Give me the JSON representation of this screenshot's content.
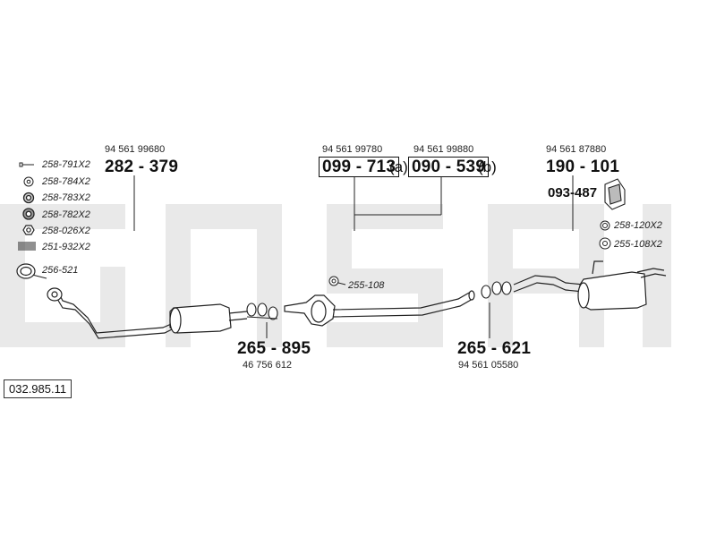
{
  "document_ref": "032.985.11",
  "callouts": {
    "front_pipe": {
      "oem": "94 561 99680",
      "part": "282 - 379"
    },
    "cat_a": {
      "oem": "94 561 99780",
      "part": "099 - 713",
      "suffix": "(a)"
    },
    "cat_b": {
      "oem": "94 561 99880",
      "part": "090 - 539",
      "suffix": "(b)"
    },
    "rear_box": {
      "oem": "94 561 87880",
      "part": "190 - 101"
    },
    "hanger": {
      "part": "093-487"
    },
    "clamp_mid": {
      "part": "265 - 895",
      "oem": "46 756 612"
    },
    "clamp_rear": {
      "part": "265 - 621",
      "oem": "94 561 05580"
    }
  },
  "fittings_legend": [
    {
      "icon": "bolt-icon",
      "label": "258-791X2"
    },
    {
      "icon": "washer-icon",
      "label": "258-784X2"
    },
    {
      "icon": "nut-icon",
      "label": "258-783X2"
    },
    {
      "icon": "flange-nut-icon",
      "label": "258-782X2"
    },
    {
      "icon": "hex-nut-icon",
      "label": "258-026X2"
    },
    {
      "icon": "spring-icon",
      "label": "251-932X2"
    },
    {
      "icon": "gasket-ring-icon",
      "label": "256-521"
    }
  ],
  "inline_labels": {
    "mount_cat": "255-108",
    "rear_ring": "258-120X2",
    "rear_mount": "255-108X2"
  },
  "watermark_text": "bosal"
}
